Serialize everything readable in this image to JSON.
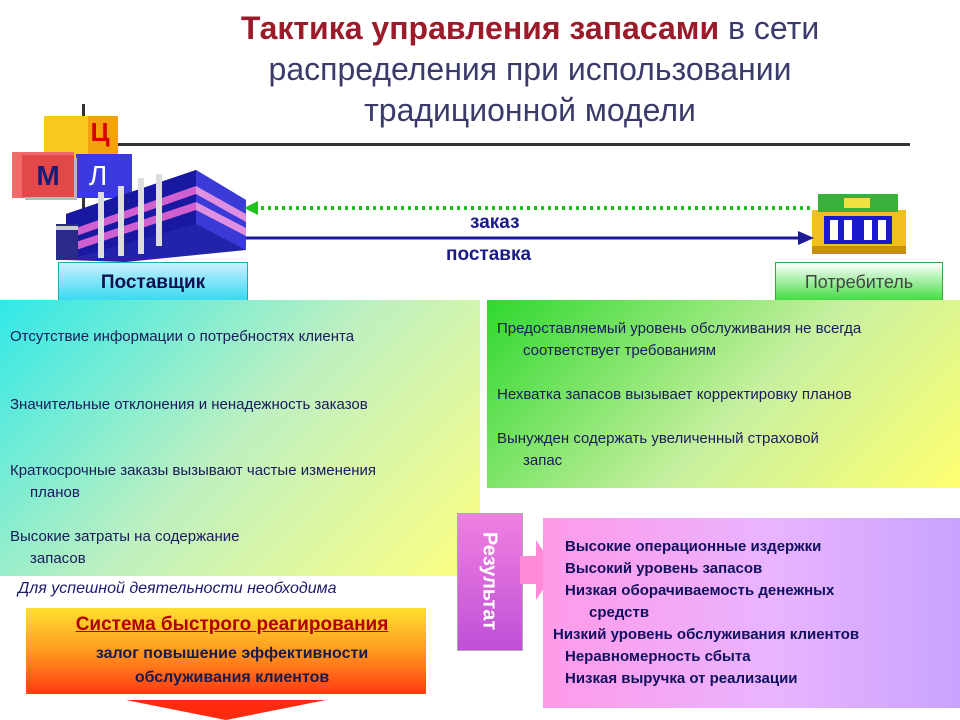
{
  "header": {
    "title_bold": "Тактика управления запасами",
    "title_rest_1": " в сети",
    "title_line2": "распределения при использовании",
    "title_line3": "традиционной модели"
  },
  "logo": {
    "letter_ts": "Ц",
    "letter_m": "М",
    "letter_l": "Л"
  },
  "diagram": {
    "supplier_label": "Поставщик",
    "consumer_label": "Потребитель",
    "order_label": "заказ",
    "delivery_label": "поставка"
  },
  "supplier_issues": [
    {
      "first": "Отсутствие информации о потребностях клиента",
      "rest": ""
    },
    {
      "first": "Значительные отклонения и ненадежность заказов",
      "rest": ""
    },
    {
      "first": "Краткосрочные заказы вызывают частые изменения",
      "rest": "планов"
    },
    {
      "first": "Высокие затраты на содержание",
      "rest": "запасов"
    }
  ],
  "consumer_issues": [
    {
      "first": "Предоставляемый уровень обслуживания не всегда",
      "rest": "соответствует требованиям"
    },
    {
      "first": "Нехватка запасов вызывает корректировку планов",
      "rest": ""
    },
    {
      "first": "Вынужден содержать увеличенный страховой",
      "rest": "запас"
    }
  ],
  "result": {
    "label": "Результат",
    "items": [
      "Высокие операционные издержки",
      "Высокий уровень запасов",
      "Низкая оборачиваемость денежных",
      "средств",
      "Низкий уровень обслуживания клиентов",
      "Неравномерность сбыта",
      "Низкая выручка от реализации"
    ]
  },
  "solution": {
    "note": "Для успешной деятельности необходима",
    "title": "Система быстрого реагирования",
    "subtitle_line1": "залог повышение эффективности",
    "subtitle_line2": "обслуживания клиентов"
  },
  "colors": {
    "title_bold": "#9b1b2a",
    "title_regular": "#3b3b6b",
    "arrow_blue": "#1a1a9a",
    "arrow_green": "#20c020"
  },
  "icons": {
    "supplier": "factory-building-icon",
    "consumer": "shop-building-icon"
  }
}
